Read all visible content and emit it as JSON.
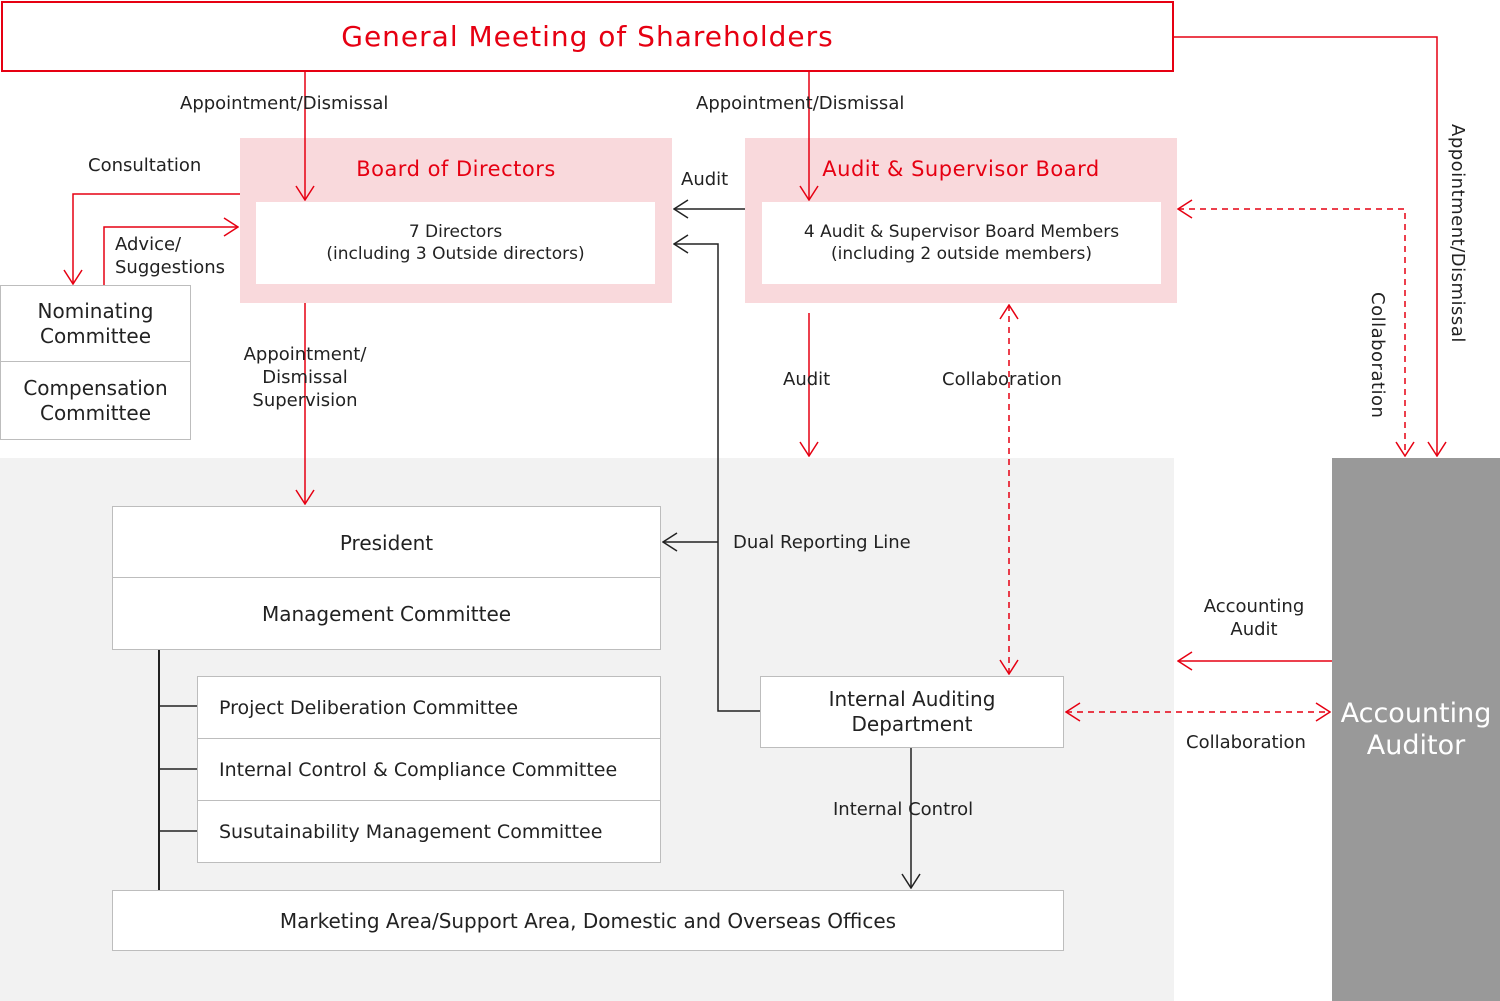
{
  "title": "General Meeting of Shareholders",
  "board": {
    "title": "Board of Directors",
    "line1": "7 Directors",
    "line2": "(including 3 Outside directors)"
  },
  "audit_board": {
    "title": "Audit & Supervisor Board",
    "line1": "4 Audit & Supervisor Board Members",
    "line2": "(including 2 outside members)"
  },
  "committees": {
    "nominating": [
      "Nominating",
      "Committee"
    ],
    "compensation": [
      "Compensation",
      "Committee"
    ]
  },
  "president": "President",
  "management_committee": "Management Committee",
  "sub_committees": [
    "Project Deliberation Committee",
    "Internal Control & Compliance Committee",
    "Susutainability Management Committee"
  ],
  "offices": "Marketing Area/Support Area, Domestic and Overseas Offices",
  "internal_audit": [
    "Internal Auditing",
    "Department"
  ],
  "accounting_auditor": [
    "Accounting",
    "Auditor"
  ],
  "labels": {
    "appointment_dismissal": "Appointment/Dismissal",
    "consultation": "Consultation",
    "advice": [
      "Advice/",
      "Suggestions"
    ],
    "audit": "Audit",
    "supervision": [
      "Appointment/",
      "Dismissal",
      "Supervision"
    ],
    "collaboration": "Collaboration",
    "dual_reporting": "Dual Reporting Line",
    "accounting_audit": [
      "Accounting",
      "Audit"
    ],
    "internal_control": "Internal Control"
  },
  "colors": {
    "red": "#e60012",
    "pink": "#f9d9dc",
    "gray_bg": "#f2f2f2",
    "auditor": "#999999",
    "line": "#222222"
  }
}
